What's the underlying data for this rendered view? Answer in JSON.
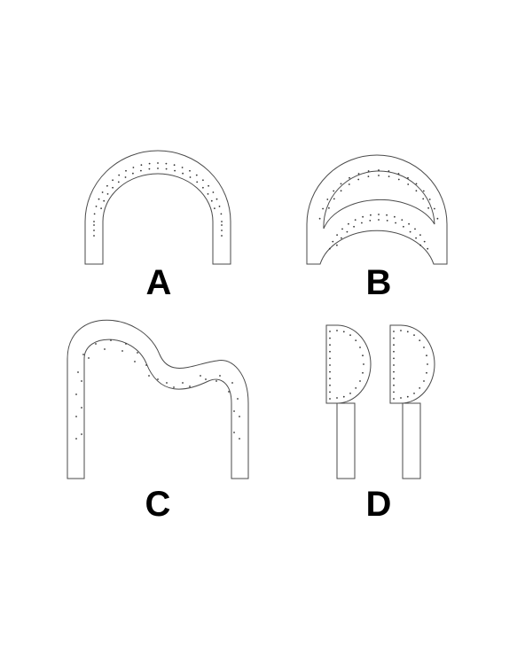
{
  "figures": [
    {
      "id": "A",
      "label": "A"
    },
    {
      "id": "B",
      "label": "B"
    },
    {
      "id": "C",
      "label": "C"
    },
    {
      "id": "D",
      "label": "D"
    }
  ]
}
